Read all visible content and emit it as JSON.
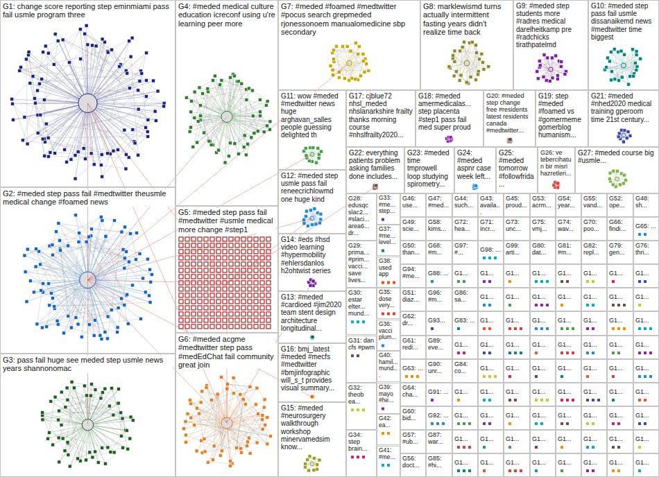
{
  "diagram": {
    "nodes": [
      {
        "text": [
          "G1: change score reporting step eminmiami pass fail usmle program three"
        ]
      },
      {
        "text": [
          "G2: #meded step pass fail #medtwitter theusmle medical change #foamed news"
        ]
      },
      {
        "text": [
          "G3: pass fail huge see meded step usmle news years shannonomac"
        ]
      },
      {
        "text": [
          "G4: #meded medical culture education icreconf using u're learning peer more"
        ]
      },
      {
        "text": [
          "G5: #meded step pass fail #medtwitter #usmle medical more change #step1"
        ]
      },
      {
        "text": [
          "G6: #meded acgme #medtwitter step pass #medEdChat fail community great join"
        ]
      },
      {
        "text": [
          "G7: #meded #foamed #medtwitter #pocus search grepmeded rjonessonoem manualomedicine sbp secondary"
        ]
      },
      {
        "text": [
          "G8: marklewismd turns actually intermittent fasting years didn't realize time back"
        ]
      },
      {
        "text": [
          "G9: #meded step students more #radres medical darelheitkamp pre #radchicks tirathpatelmd"
        ]
      },
      {
        "text": [
          "G10: #meded step pass fail usmle dissanaikemd news #medtwitter time biggest"
        ]
      },
      {
        "text": [
          "G11: wow #meded #medtwitter news huge arghavan_salles people guessing delighted th"
        ]
      },
      {
        "text": [
          "G17: cjblue72 nhsl_meded nhslanarkshire frailty thanks morning course #nhslfrailty2020..."
        ]
      },
      {
        "text": [
          "G18: #meded amermedicalas... step placenta #step1 pass fail med super proud"
        ]
      },
      {
        "text": [
          "G20: #meded step change free #residents latest residents canada #medtwitter..."
        ]
      },
      {
        "text": [
          "G19: step #meded #foamed vs #gomermeme gomerblog humanism..."
        ]
      },
      {
        "text": [
          "G21: #meded #nhed2020 medical training gperoom time 21st century..."
        ]
      },
      {
        "text": [
          "G22: everything patients problem asking families done includes..."
        ]
      },
      {
        "text": [
          "G23: #meded time tmprowell loop studying spirometry..."
        ]
      },
      {
        "text": [
          "G24: #meded aspnr case week left..."
        ]
      },
      {
        "text": [
          "G25: #meded tomorrow #followfrida..."
        ]
      },
      {
        "text": [
          "G26: ve tebercihatun bir misri hazretleri..."
        ]
      },
      {
        "text": [
          "G27: #meded course big #usmle..."
        ]
      },
      {
        "text": [
          "G12: #meded step usmle pass fail reneecrichlowmd one huge kind"
        ]
      },
      {
        "text": [
          "G14: #eds #hsd video learning #hypermobility #ehlersdanlos h2ohtwist series"
        ]
      },
      {
        "text": [
          "G13: #meded #cardioed #jim2020 team stent design architecture longitudinal..."
        ]
      },
      {
        "text": [
          "G16: bmj_latest #meded #mecfs #medtwitter #bmjinfographic will_s_t provides visual summary..."
        ]
      },
      {
        "text": [
          "G15: #meded #neurosurgery walkthrough workshop minervamedsim know..."
        ]
      },
      {
        "text": [
          "G28: edusqc slac2... #slaci... area6... dr..."
        ]
      },
      {
        "text": [
          "G29: prima... #prim... vacci... save lives..."
        ]
      },
      {
        "text": [
          "G30: estar elter... mund..."
        ]
      },
      {
        "text": [
          "G31: dan cfs #pwm"
        ]
      },
      {
        "text": [
          "G32: theob ea..."
        ]
      },
      {
        "text": [
          "G34: step brain..."
        ]
      },
      {
        "text": [
          "G33: #me... step..."
        ]
      },
      {
        "text": [
          "G37: #me... level..."
        ]
      },
      {
        "text": [
          "G38: used app"
        ]
      },
      {
        "text": [
          "G35: dose very..."
        ]
      },
      {
        "text": [
          "G36: vacci plum..."
        ]
      },
      {
        "text": [
          "G40: hamil... mund..."
        ]
      },
      {
        "text": [
          "G39: mayo #he..."
        ]
      },
      {
        "text": [
          "G42: ea..."
        ]
      },
      {
        "text": [
          "G41: #me..."
        ]
      },
      {
        "text": [
          "G46: use..."
        ]
      },
      {
        "text": [
          "G47: #med..."
        ]
      },
      {
        "text": [
          "G44: such..."
        ]
      },
      {
        "text": [
          "G43: availa..."
        ]
      },
      {
        "text": [
          "G45: proud..."
        ]
      },
      {
        "text": [
          "G53: acrm..."
        ]
      },
      {
        "text": [
          "G54: year..."
        ]
      },
      {
        "text": [
          "G55: vand..."
        ]
      },
      {
        "text": [
          "G52: ope..."
        ]
      },
      {
        "text": [
          "G48: sh..."
        ]
      },
      {
        "text": [
          "G49: scie..."
        ]
      },
      {
        "text": [
          "G58: kims..."
        ]
      },
      {
        "text": [
          "G72: hea..."
        ]
      },
      {
        "text": [
          "G71: incr..."
        ]
      },
      {
        "text": [
          "G73: unc..."
        ]
      },
      {
        "text": [
          "G75: vmj..."
        ]
      },
      {
        "text": [
          "G74: wav..."
        ]
      },
      {
        "text": [
          "G70: poo..."
        ]
      },
      {
        "text": [
          "G66: findi..."
        ]
      },
      {
        "text": [
          "G65: ..."
        ]
      },
      {
        "text": [
          "G50: than..."
        ]
      },
      {
        "text": [
          "G68: #m..."
        ]
      },
      {
        "text": [
          "G97: #..."
        ]
      },
      {
        "text": [
          "G98: ..."
        ]
      },
      {
        "text": [
          "G99: arti..."
        ]
      },
      {
        "text": [
          "G80: dat..."
        ]
      },
      {
        "text": [
          "G81: #m..."
        ]
      },
      {
        "text": [
          "G82: repl..."
        ]
      },
      {
        "text": [
          "G79: gen..."
        ]
      },
      {
        "text": [
          "G76: thri..."
        ]
      },
      {
        "text": [
          "G94: #me..."
        ]
      },
      {
        "text": [
          "G88: ..."
        ]
      },
      {
        "text": [
          "G1..."
        ]
      },
      {
        "text": [
          "G1..."
        ]
      },
      {
        "text": [
          "G1..."
        ]
      },
      {
        "text": [
          "G1..."
        ]
      },
      {
        "text": [
          "G1..."
        ]
      },
      {
        "text": [
          "G1..."
        ]
      },
      {
        "text": [
          "G1..."
        ]
      },
      {
        "text": [
          "G1..."
        ]
      },
      {
        "text": [
          "G51: diaz..."
        ]
      },
      {
        "text": [
          "G96: #m..."
        ]
      },
      {
        "text": [
          "G86: sa..."
        ]
      },
      {
        "text": [
          "G1..."
        ]
      },
      {
        "text": [
          "G1..."
        ]
      },
      {
        "text": [
          "G1..."
        ]
      },
      {
        "text": [
          "G1..."
        ]
      },
      {
        "text": [
          "G1..."
        ]
      },
      {
        "text": [
          "G1..."
        ]
      },
      {
        "text": [
          "G1..."
        ]
      },
      {
        "text": [
          "G62: dr..."
        ]
      },
      {
        "text": [
          "G93..."
        ]
      },
      {
        "text": [
          "G83: ..."
        ]
      },
      {
        "text": [
          "G1..."
        ]
      },
      {
        "text": [
          "G1..."
        ]
      },
      {
        "text": [
          "G1..."
        ]
      },
      {
        "text": [
          "G1..."
        ]
      },
      {
        "text": [
          "G1..."
        ]
      },
      {
        "text": [
          "G1..."
        ]
      },
      {
        "text": [
          "G1..."
        ]
      },
      {
        "text": [
          "G61: redi..."
        ]
      },
      {
        "text": [
          "G89: eve..."
        ]
      },
      {
        "text": [
          "G1..."
        ]
      },
      {
        "text": [
          "G1..."
        ]
      },
      {
        "text": [
          "G1..."
        ]
      },
      {
        "text": [
          "G1..."
        ]
      },
      {
        "text": [
          "G1..."
        ]
      },
      {
        "text": [
          "G1..."
        ]
      },
      {
        "text": [
          "G1..."
        ]
      },
      {
        "text": [
          "G1..."
        ]
      },
      {
        "text": [
          "G63: ..."
        ]
      },
      {
        "text": [
          "G90: unr..."
        ]
      },
      {
        "text": [
          "G84: co..."
        ]
      },
      {
        "text": [
          "G1..."
        ]
      },
      {
        "text": [
          "G1..."
        ]
      },
      {
        "text": [
          "G1..."
        ]
      },
      {
        "text": [
          "G1..."
        ]
      },
      {
        "text": [
          "G1..."
        ]
      },
      {
        "text": [
          "G1..."
        ]
      },
      {
        "text": [
          "G1..."
        ]
      },
      {
        "text": [
          "G64: cha..."
        ]
      },
      {
        "text": [
          "G91: ..."
        ]
      },
      {
        "text": [
          "G1..."
        ]
      },
      {
        "text": [
          "G1..."
        ]
      },
      {
        "text": [
          "G1..."
        ]
      },
      {
        "text": [
          "G1..."
        ]
      },
      {
        "text": [
          "G1..."
        ]
      },
      {
        "text": [
          "G1..."
        ]
      },
      {
        "text": [
          "G1..."
        ]
      },
      {
        "text": [
          "G1..."
        ]
      },
      {
        "text": [
          "G60: bid..."
        ]
      },
      {
        "text": [
          "G92: ..."
        ]
      },
      {
        "text": [
          "G1..."
        ]
      },
      {
        "text": [
          "G1..."
        ]
      },
      {
        "text": [
          "G1..."
        ]
      },
      {
        "text": [
          "G1..."
        ]
      },
      {
        "text": [
          "G1..."
        ]
      },
      {
        "text": [
          "G1..."
        ]
      },
      {
        "text": [
          "G1..."
        ]
      },
      {
        "text": [
          "G1..."
        ]
      },
      {
        "text": [
          "G57: #ub..."
        ]
      },
      {
        "text": [
          "G87: war..."
        ]
      },
      {
        "text": [
          "G1..."
        ]
      },
      {
        "text": [
          "G1..."
        ]
      },
      {
        "text": [
          "G1..."
        ]
      },
      {
        "text": [
          "G1..."
        ]
      },
      {
        "text": [
          "G1..."
        ]
      },
      {
        "text": [
          "G1..."
        ]
      },
      {
        "text": [
          "G1..."
        ]
      },
      {
        "text": [
          "G1..."
        ]
      },
      {
        "text": [
          "G56: doct..."
        ]
      },
      {
        "text": [
          "G85: #hi..."
        ]
      },
      {
        "text": [
          "G1..."
        ]
      },
      {
        "text": [
          "G1..."
        ]
      },
      {
        "text": [
          "G1..."
        ]
      },
      {
        "text": [
          "G1..."
        ]
      },
      {
        "text": [
          "G1..."
        ]
      },
      {
        "text": [
          "G1..."
        ]
      },
      {
        "text": [
          "G1..."
        ]
      },
      {
        "text": [
          "G1..."
        ]
      }
    ]
  }
}
